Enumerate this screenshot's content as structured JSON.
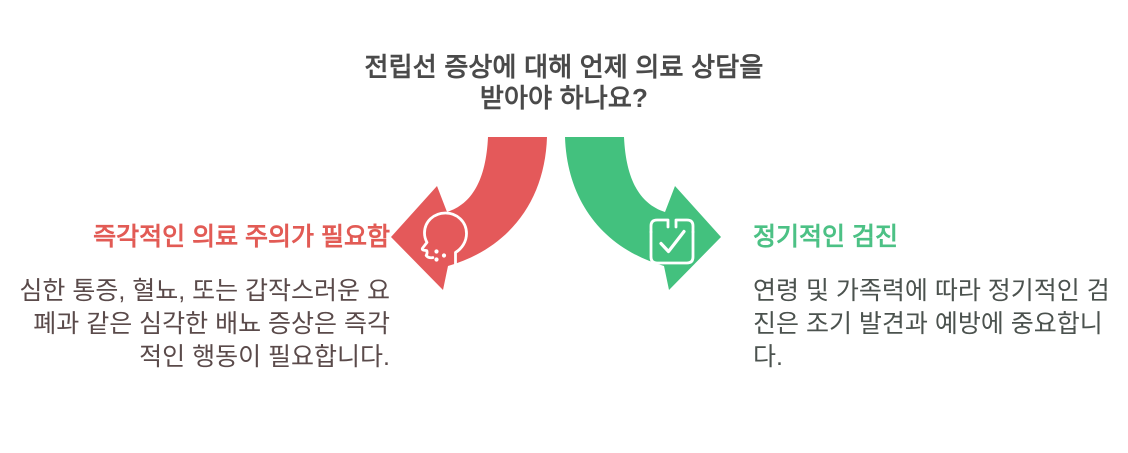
{
  "infographic": {
    "title": {
      "line1": "전립선 증상에 대해 언제 의료 상담을",
      "line2": "받아야 하나요?"
    },
    "left_branch": {
      "heading": "즉각적인 의료 주의가 필요함",
      "body": "심한 통증, 혈뇨, 또는 갑작스러운 요폐과 같은 심각한 배뇨 증상은 즉각적인 행동이 필요합니다.",
      "icon": "head-profile-pain-icon",
      "arrow_direction": "left"
    },
    "right_branch": {
      "heading": "정기적인 검진",
      "body": "연령 및 가족력에 따라 정기적인 검진은 조기 발견과 예방에 중요합니다.",
      "icon": "calendar-check-icon",
      "arrow_direction": "right"
    },
    "colors": {
      "red_arrow": "#E4595A",
      "green_arrow": "#43C17E",
      "red_heading": "#E25B55",
      "green_heading": "#4CC185",
      "title_text": "#4A4A4A",
      "left_body_text": "#5A4A4A",
      "right_body_text": "#4B524E",
      "icon_stroke": "#FFFFFF"
    }
  }
}
